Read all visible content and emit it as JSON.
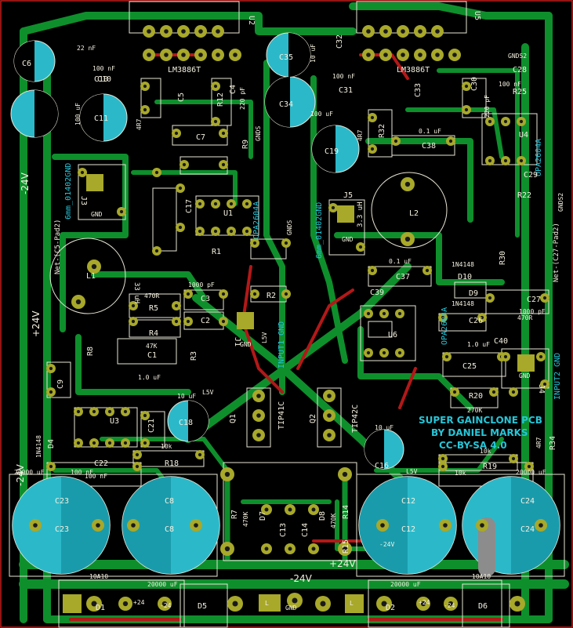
{
  "board": {
    "title_lines": [
      "SUPER GAINCLONE PCB",
      "BY DANIEL MARKS",
      "CC-BY-SA 4.0"
    ],
    "rails": {
      "minus_left": "-24V",
      "plus_left": "+24V",
      "plus_bottom": "+24V",
      "minus_bottom": "-24V",
      "plus_mid": "+24V",
      "minus_mid": "-24V",
      "minus_right": "-24V"
    },
    "chips": {
      "u2": "U2",
      "u5": "U5",
      "lm_left": "LM3886T",
      "lm_right": "LM3886T",
      "u1": "U1",
      "u3": "U3",
      "u4": "U4",
      "u6": "U6",
      "opa_u1": "OPA2604A",
      "opa_u4": "OPA2604A",
      "opa_u6": "OPA2604A"
    },
    "inductors": {
      "l1": "L1",
      "l2": "L2",
      "l1_val": "33 uH",
      "l2_val": "3.3 uH"
    },
    "caps_large": {
      "c23": "C23",
      "c8": "C8",
      "c12": "C12",
      "c24": "C24",
      "c6": "C6",
      "c9": "C9",
      "c10": "C10",
      "c34": "C34",
      "c35": "C35",
      "c19": "C19",
      "c18": "C18",
      "c16": "C16",
      "c11": "C11"
    },
    "caps_small": {
      "c1": "C1",
      "c2": "C2",
      "c3": "C3",
      "c4": "C4",
      "c5": "C5",
      "c7": "C7",
      "c10": "C10",
      "c13": "C13",
      "c14": "C14",
      "c17": "C17",
      "c21": "C21",
      "c22": "C22",
      "c25": "C25",
      "c26": "C26",
      "c27": "C27",
      "c28": "C28",
      "c29": "C29",
      "c30": "C30",
      "c31": "C31",
      "c32": "C32",
      "c33": "C33",
      "c37": "C37",
      "c38": "C38",
      "c39": "C39",
      "c40": "C40"
    },
    "resistors": {
      "r1": "R1",
      "r2": "R2",
      "r3": "R3",
      "r4": "R4",
      "r5": "R5",
      "r7": "R7",
      "r8": "R8",
      "r9": "R9",
      "r12": "R12",
      "r14": "R14",
      "r15": "R15",
      "r18": "R18",
      "r19": "R19",
      "r20": "R20",
      "r22": "R22",
      "r25": "R25",
      "r30": "R30",
      "r32": "R32",
      "r34": "R34"
    },
    "transistors": {
      "q1": "Q1",
      "q2": "Q2",
      "q1_part": "TIP41C",
      "q2_part": "TIP42C"
    },
    "diodes": {
      "d1": "D1",
      "d2": "D2",
      "d5": "D5",
      "d6": "D6",
      "d4": "D4",
      "d7": "D7",
      "d8": "D8",
      "d9": "D9",
      "d10": "D10",
      "d1_part": "10A10",
      "d6_part": "10A10",
      "sig_diode": "1N4148"
    },
    "connectors": {
      "j1": "J1",
      "j3": "J3",
      "j4": "J4",
      "j5": "J5",
      "gnd": "GND",
      "plus24": "+24",
      "minus24": "-24",
      "l": "L"
    },
    "values": {
      "cap_20000": "20000 uF",
      "cap_100n": "100 nF",
      "cap_100u": "100 uF",
      "cap_1n": "1000 pF",
      "cap_220p": "220 pF",
      "cap_1u": "1.0 uF",
      "cap_01u": "0.1 uF",
      "cap_10u": "10 uF",
      "cap_22n": "22 nF",
      "res_470r": "470R",
      "res_47k": "47K",
      "res_470k": "470K",
      "res_4r7": "4R7",
      "res_10k": "10k",
      "res_270k": "270K",
      "l5v": "L5V"
    },
    "nets": {
      "input1": "INPUT1 GND",
      "input2": "INPUT2 GND",
      "gnds": "GNDS",
      "gnds2": "GNDS2",
      "net_left": "Net-(C5-Pad2)",
      "net_right": "Net-(C27-Pad2)",
      "jack_left": "6mm_01402GND",
      "jack_right": "6mm_01402GND"
    }
  }
}
